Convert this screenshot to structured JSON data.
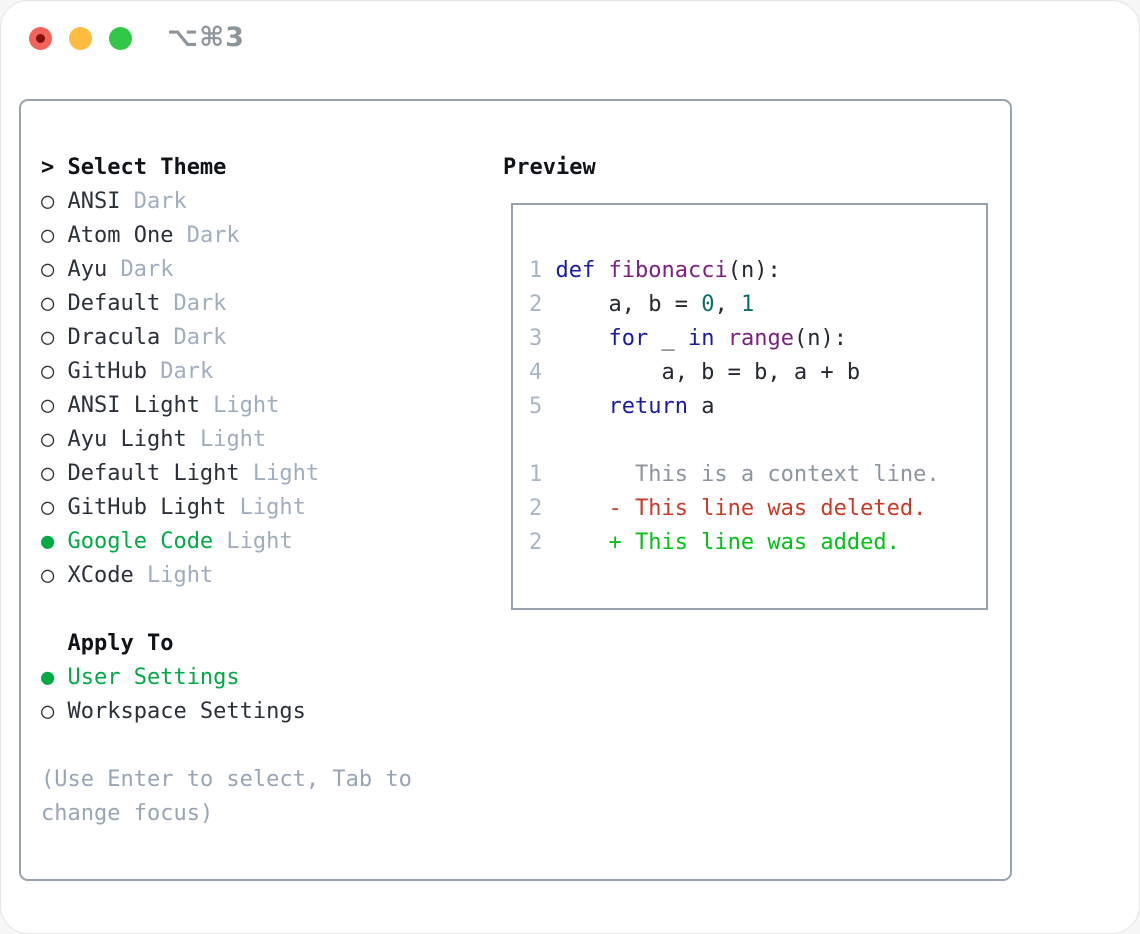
{
  "titlebar": {
    "shortcut": "⌥⌘3",
    "buttons": [
      "close",
      "minimize",
      "zoom"
    ]
  },
  "theme_panel": {
    "header": {
      "marker": ">",
      "label": "Select Theme"
    },
    "themes": [
      {
        "name": "ANSI",
        "variant": "Dark",
        "selected": false
      },
      {
        "name": "Atom One",
        "variant": "Dark",
        "selected": false
      },
      {
        "name": "Ayu",
        "variant": "Dark",
        "selected": false
      },
      {
        "name": "Default",
        "variant": "Dark",
        "selected": false
      },
      {
        "name": "Dracula",
        "variant": "Dark",
        "selected": false
      },
      {
        "name": "GitHub",
        "variant": "Dark",
        "selected": false
      },
      {
        "name": "ANSI Light",
        "variant": "Light",
        "selected": false
      },
      {
        "name": "Ayu Light",
        "variant": "Light",
        "selected": false
      },
      {
        "name": "Default Light",
        "variant": "Light",
        "selected": false
      },
      {
        "name": "GitHub Light",
        "variant": "Light",
        "selected": false
      },
      {
        "name": "Google Code",
        "variant": "Light",
        "selected": true
      },
      {
        "name": "XCode",
        "variant": "Light",
        "selected": false
      }
    ],
    "apply_to": {
      "label": "Apply To",
      "options": [
        {
          "name": "User Settings",
          "selected": true
        },
        {
          "name": "Workspace Settings",
          "selected": false
        }
      ]
    },
    "help_text": "(Use Enter to select, Tab to change focus)"
  },
  "preview": {
    "title": "Preview",
    "code": [
      {
        "num": "1",
        "tokens": [
          [
            "def",
            "kw"
          ],
          [
            " ",
            "plain"
          ],
          [
            "fibonacci",
            "fn"
          ],
          [
            "(n):",
            "plain"
          ]
        ]
      },
      {
        "num": "2",
        "tokens": [
          [
            "    a, b = ",
            "plain"
          ],
          [
            "0",
            "lit"
          ],
          [
            ", ",
            "plain"
          ],
          [
            "1",
            "lit"
          ]
        ]
      },
      {
        "num": "3",
        "tokens": [
          [
            "    ",
            "plain"
          ],
          [
            "for",
            "kw"
          ],
          [
            " _ ",
            "plain"
          ],
          [
            "in",
            "kw"
          ],
          [
            " ",
            "plain"
          ],
          [
            "range",
            "fn"
          ],
          [
            "(n):",
            "plain"
          ]
        ]
      },
      {
        "num": "4",
        "tokens": [
          [
            "        a, b = b, a + b",
            "plain"
          ]
        ]
      },
      {
        "num": "5",
        "tokens": [
          [
            "    ",
            "plain"
          ],
          [
            "return",
            "kw"
          ],
          [
            " a",
            "plain"
          ]
        ]
      }
    ],
    "blank_lines_after_code": 1,
    "diff": [
      {
        "num": "1",
        "marker": " ",
        "text": "This is a context line.",
        "kind": "context"
      },
      {
        "num": "2",
        "marker": "-",
        "text": "This line was deleted.",
        "kind": "deleted"
      },
      {
        "num": "2",
        "marker": "+",
        "text": "This line was added.",
        "kind": "added"
      }
    ]
  },
  "colors": {
    "strong": "#101418",
    "text": "#2b313a",
    "muted": "#9fadbf",
    "linenum": "#a8b5c5",
    "help": "#98a5b5",
    "border": "#99a3ae",
    "tbar": "#8e959d",
    "green": "#00ab45",
    "add": "#00c214",
    "del": "#cc3a25",
    "kw": "#1a1aa8",
    "fn": "#7d2082",
    "lit": "#0d6d6d",
    "code": "#24292f",
    "ctx": "#8d95a0",
    "tl-red": "#f3635a",
    "tl-red-dot": "#821107",
    "tl-yellow": "#fdbc40",
    "tl-green": "#33c748"
  }
}
